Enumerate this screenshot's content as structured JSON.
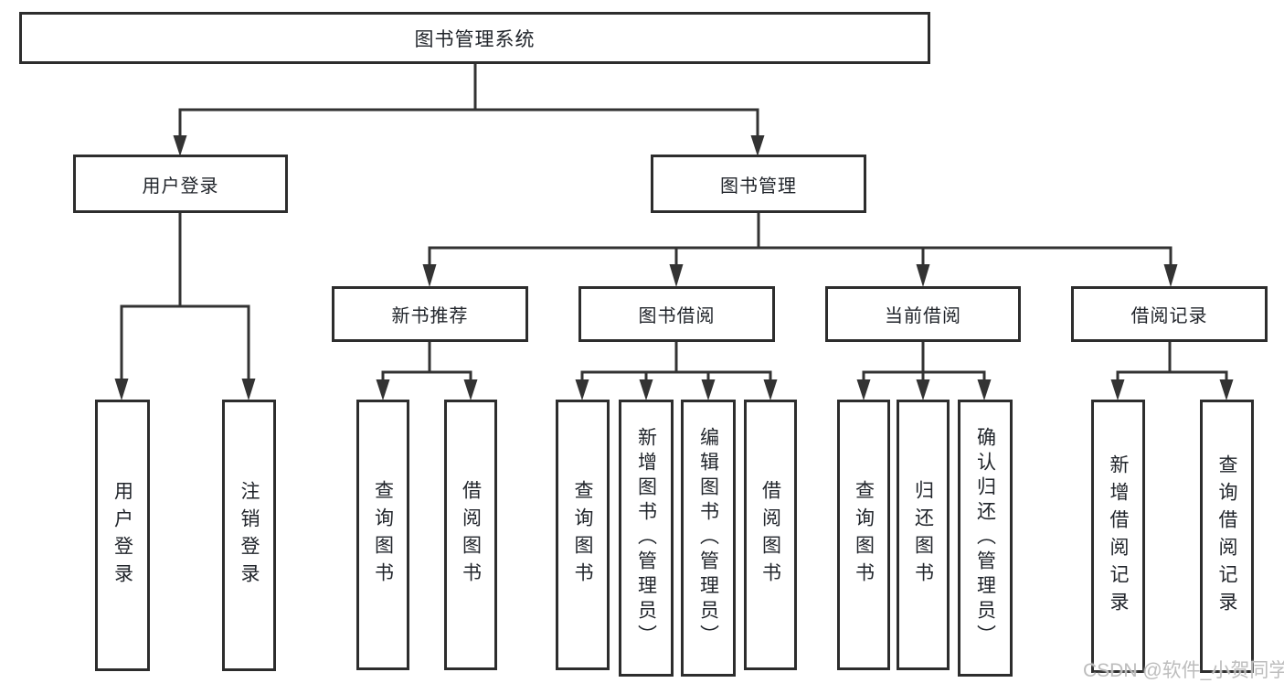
{
  "watermark": "CSDN @软件_小贺同学",
  "colors": {
    "background": "#ffffff",
    "box_border": "#2d2d2d",
    "connector_line": "#333333",
    "text": "#21252b",
    "watermark_text": "#bdbdbd"
  },
  "tree": {
    "root": {
      "label": "图书管理系统"
    },
    "branches": [
      {
        "label": "用户登录",
        "children": [
          {
            "label": "用户登录"
          },
          {
            "label": "注销登录"
          }
        ]
      },
      {
        "label": "图书管理",
        "groups": [
          {
            "label": "新书推荐",
            "children": [
              {
                "label": "查询图书"
              },
              {
                "label": "借阅图书"
              }
            ]
          },
          {
            "label": "图书借阅",
            "children": [
              {
                "label": "查询图书"
              },
              {
                "label": "新增图书（管理员）"
              },
              {
                "label": "编辑图书（管理员）"
              },
              {
                "label": "借阅图书"
              }
            ]
          },
          {
            "label": "当前借阅",
            "children": [
              {
                "label": "查询图书"
              },
              {
                "label": "归还图书"
              },
              {
                "label": "确认归还（管理员）"
              }
            ]
          },
          {
            "label": "借阅记录",
            "children": [
              {
                "label": "新增借阅记录"
              },
              {
                "label": "查询借阅记录"
              }
            ]
          }
        ]
      }
    ]
  }
}
